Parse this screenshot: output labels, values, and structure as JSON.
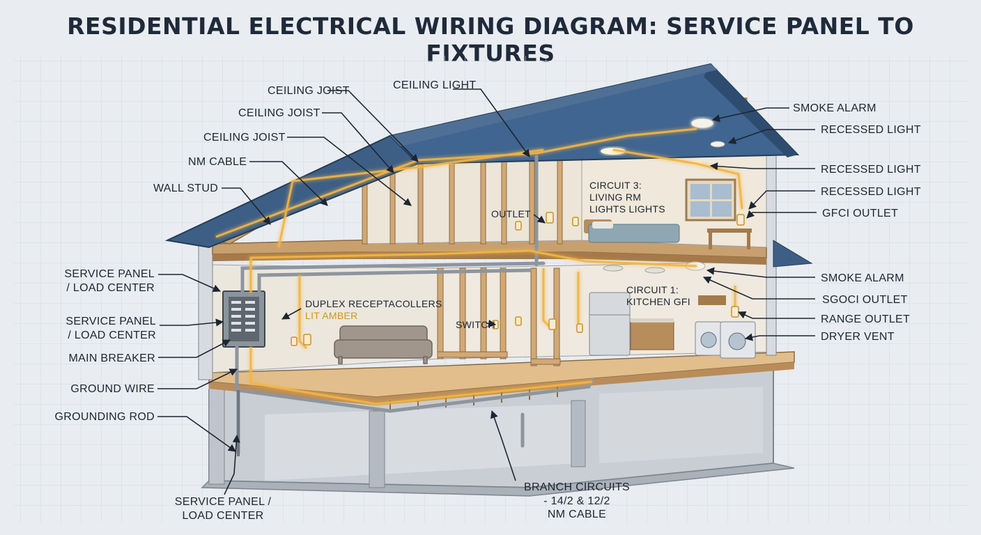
{
  "title": "RESIDENTIAL ELECTRICAL WIRING DIAGRAM: SERVICE PANEL TO FIXTURES",
  "colors": {
    "wire": "#f2b544",
    "roof": "#3d5f86",
    "frame": "#c49a6c",
    "concrete": "#c9ced4",
    "background": "#e9edf1"
  },
  "labels": {
    "ceiling_joist_1": "CEILING JOIST",
    "ceiling_joist_2": "CEILING JOIST",
    "ceiling_joist_3": "CEILING JOIST",
    "nm_cable": "NM CABLE",
    "wall_stud": "WALL STUD",
    "ceiling_light": "CEILING LIGHT",
    "outlet": "OUTLET",
    "circuit3_line1": "CIRCUIT 3:",
    "circuit3_line2": "LIVING RM",
    "circuit3_line3": "LIGHTS LIGHTS",
    "smoke_alarm_top": "SMOKE ALARM",
    "recessed_light_1": "RECESSED LIGHT",
    "recessed_light_2": "RECESSED LIGHT",
    "recessed_light_3": "RECESSED LIGHT",
    "gfci_outlet": "GFCI OUTLET",
    "service_panel_1a": "SERVICE PANEL",
    "service_panel_1b": "/ LOAD CENTER",
    "service_panel_2a": "SERVICE PANEL",
    "service_panel_2b": "/ LOAD CENTER",
    "main_breaker": "MAIN BREAKER",
    "ground_wire": "GROUND WIRE",
    "grounding_rod": "GROUNDING ROD",
    "duplex_line1": "DUPLEX RECEPTACOLLERS",
    "duplex_line2": "LIT AMBER",
    "switch": "SWITCH",
    "circuit1_line1": "CIRCUIT 1:",
    "circuit1_line2": "KITCHEN GFI",
    "smoke_alarm_bottom": "SMOKE ALARM",
    "sgoci_outlet": "SGOCI OUTLET",
    "range_outlet": "RANGE OUTLET",
    "dryer_vent": "DRYER VENT",
    "branch_line1": "BRANCH CIRCUITS",
    "branch_line2": "- 14/2 & 12/2",
    "branch_line3": "NM CABLE",
    "service_panel_bottom_a": "SERVICE PANEL /",
    "service_panel_bottom_b": "LOAD CENTER"
  }
}
